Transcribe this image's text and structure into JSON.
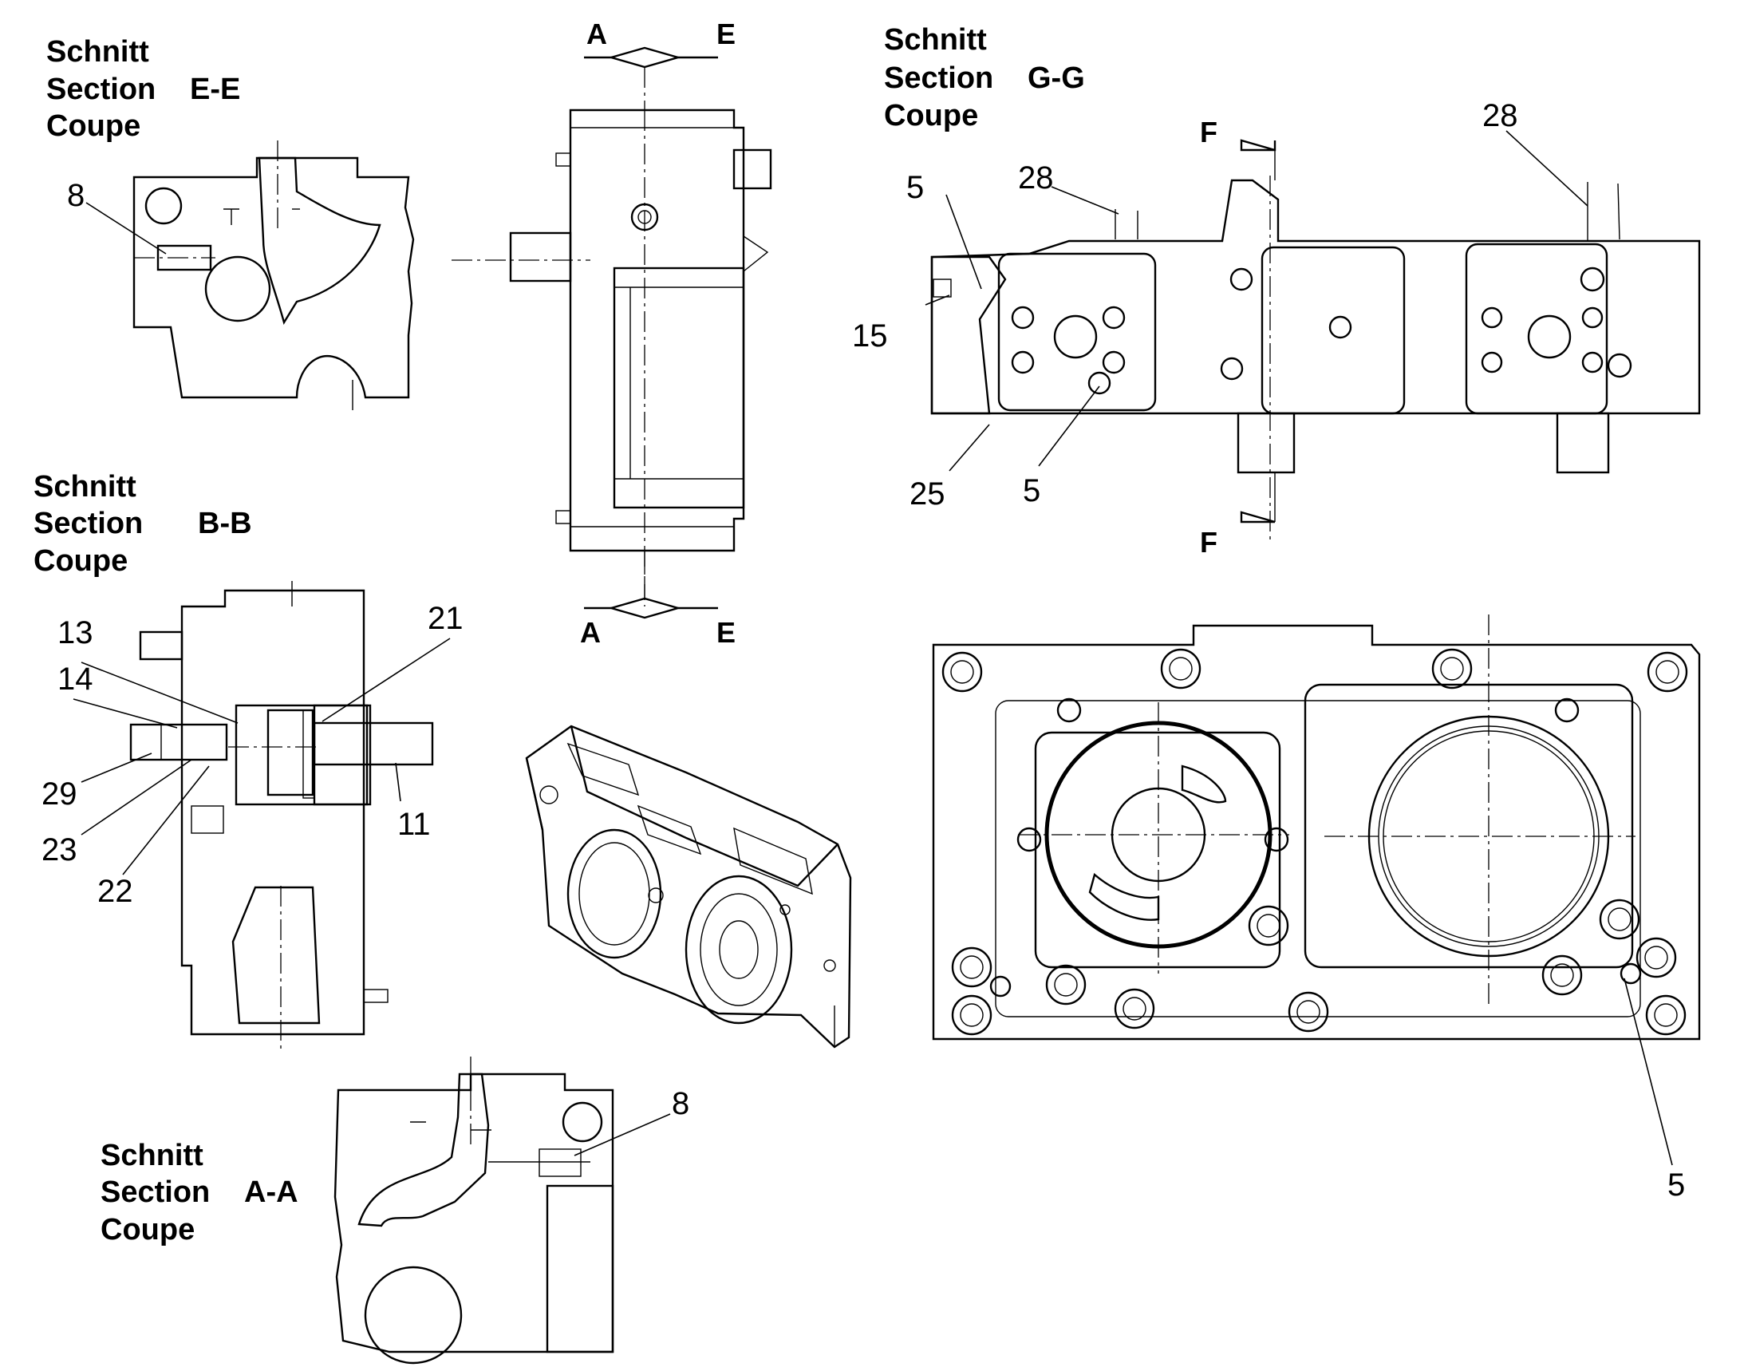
{
  "sections": {
    "ee": {
      "line1": "Schnitt",
      "line2": "Section",
      "line3": "Coupe",
      "id": "E-E"
    },
    "gg": {
      "line1": "Schnitt",
      "line2": "Section",
      "line3": "Coupe",
      "id": "G-G"
    },
    "bb": {
      "line1": "Schnitt",
      "line2": "Section",
      "line3": "Coupe",
      "id": "B-B"
    },
    "aa": {
      "line1": "Schnitt",
      "line2": "Section",
      "line3": "Coupe",
      "id": "A-A"
    }
  },
  "cut_markers": {
    "a_top": "A",
    "e_top": "E",
    "a_bottom": "A",
    "e_bottom": "E",
    "f_top": "F",
    "f_bottom": "F"
  },
  "callouts": {
    "ee_8": "8",
    "gg_5_top": "5",
    "gg_28_left": "28",
    "gg_28_right": "28",
    "gg_15": "15",
    "gg_25": "25",
    "gg_5_bottom": "5",
    "bb_13": "13",
    "bb_21": "21",
    "bb_14": "14",
    "bb_29": "29",
    "bb_23": "23",
    "bb_22": "22",
    "bb_11": "11",
    "aa_8": "8",
    "face_5": "5"
  }
}
